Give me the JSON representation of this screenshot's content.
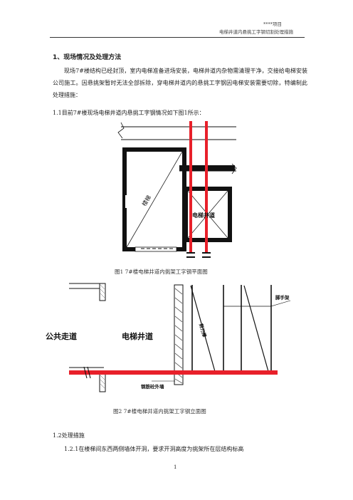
{
  "header": {
    "project": "****项目",
    "doc_title": "电梯井道内悬挑工字钢切割处理措施"
  },
  "section1": {
    "heading": "1、现场情况及处理方法",
    "paragraph": "现场7#楼结构已经封顶，室内电梯准备进场安装，电梯井道内杂物需清理干净，交接给电梯安装公司施工。因悬挑架暂时无法全部拆除，穿电梯井道内的悬挑工字钢因电梯安装需要切除，特编制此处理措施：",
    "item_1_1": "1.1目前7#楼现场电梯井道内悬挑工字钢情况如下图1所示："
  },
  "figure1": {
    "label_stair": "楼梯",
    "label_shaft": "电梯井道",
    "caption": "图1    7#楼电梯井道内挑架工字钢平面图"
  },
  "figure2": {
    "label_corridor": "公共走道",
    "label_shaft": "电梯井道",
    "label_scaffold": "脚手架",
    "label_brace": "剪刀撑",
    "label_wall": "钢筋砼外墙",
    "caption": "图2    7#楼电梯井道内挑架工字钢立面图"
  },
  "section1_2": {
    "heading": "1.2处理措施",
    "item_1_2_1": "1.2.1在楼梯间东西两侧墙体开洞，要求开洞高度为挑架所在层结构标高"
  },
  "page_number": "1",
  "colors": {
    "beam": "#e8202a",
    "structure": "#111111"
  }
}
